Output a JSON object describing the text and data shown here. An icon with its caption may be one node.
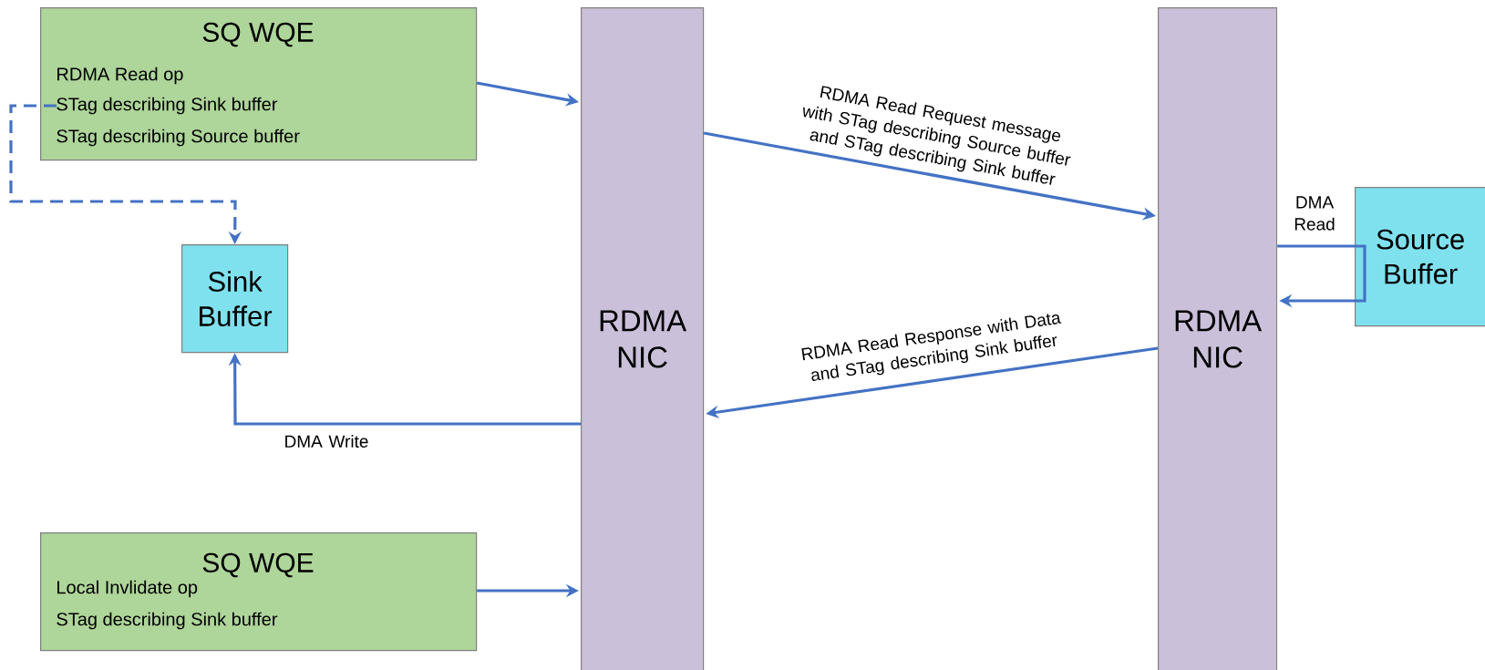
{
  "diagram": {
    "nodes": [
      {
        "text": [
          "SQ WQE",
          "RDMA Read op",
          "STag describing Sink buffer",
          "STag describing Source buffer"
        ]
      },
      {
        "text": [
          "Sink Buffer"
        ]
      },
      {
        "text": [
          "RDMA NIC"
        ]
      },
      {
        "text": [
          "RDMA NIC"
        ]
      },
      {
        "text": [
          "Source Buffer"
        ]
      },
      {
        "text": [
          "SQ WQE",
          "Local Invlidate op",
          "STag describing Sink buffer"
        ]
      }
    ],
    "edges": [
      {
        "from": 0,
        "to": 1,
        "arrow": "to",
        "style": "dashed"
      },
      {
        "from": 0,
        "to": 2,
        "arrow": "to"
      },
      {
        "from": 2,
        "to": 3,
        "arrow": "to",
        "label": "RDMA Read Request message with STag describing Source buffer and STag describing Sink buffer"
      },
      {
        "from": 3,
        "to": 4,
        "arrow": "none",
        "label": "DMA Read"
      },
      {
        "from": 4,
        "to": 3,
        "arrow": "to"
      },
      {
        "from": 3,
        "to": 2,
        "arrow": "to",
        "label": "RDMA Read Response with Data and STag describing Sink buffer"
      },
      {
        "from": 2,
        "to": 1,
        "arrow": "to",
        "label": "DMA Write"
      },
      {
        "from": 5,
        "to": 2,
        "arrow": "to"
      }
    ]
  }
}
